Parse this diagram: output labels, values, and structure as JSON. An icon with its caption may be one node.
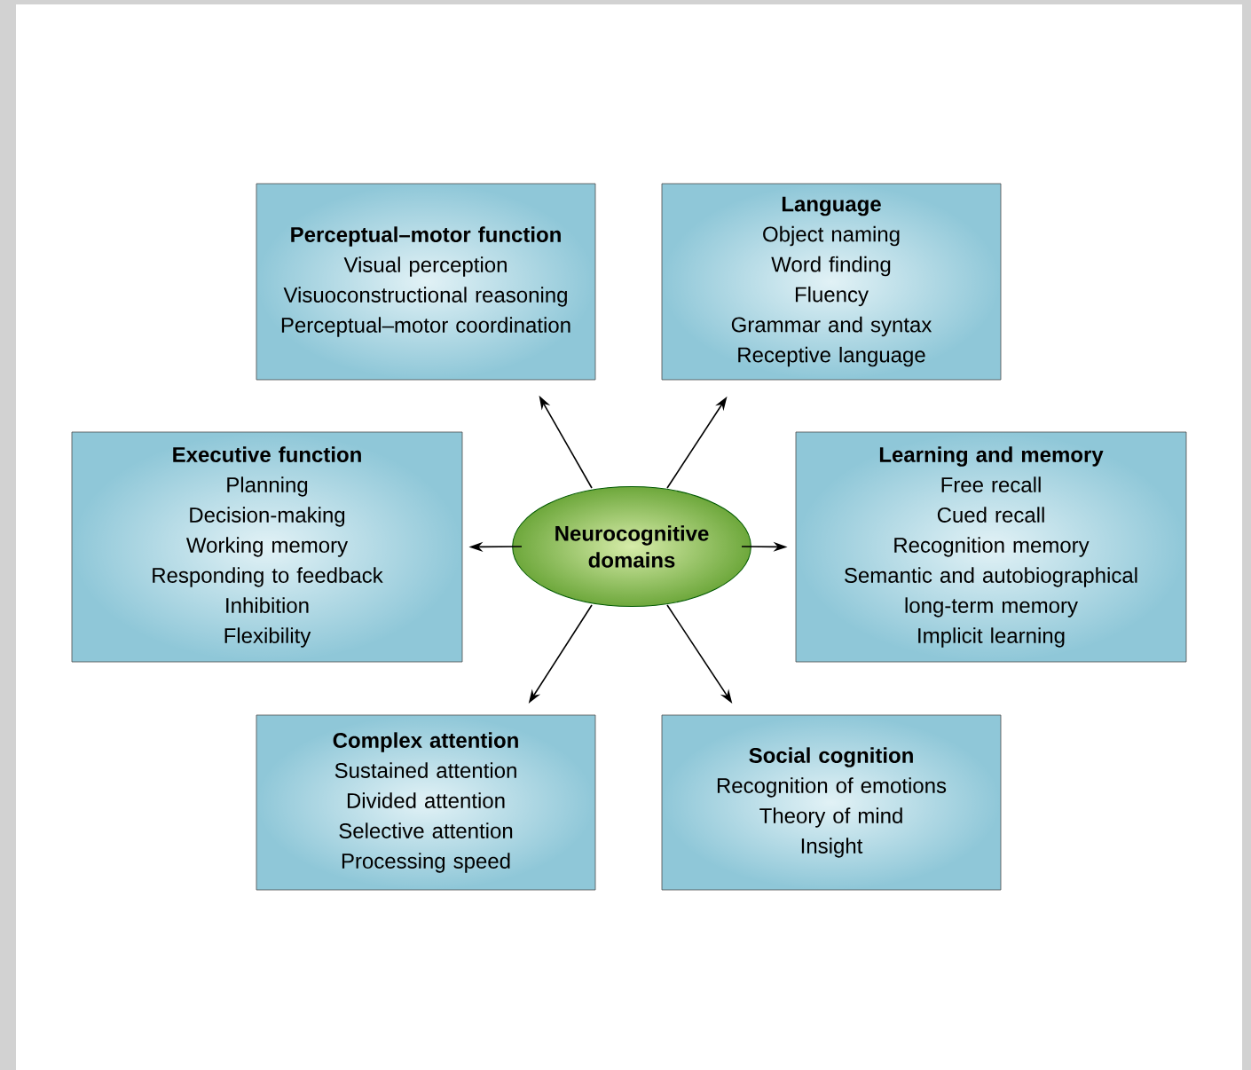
{
  "diagram": {
    "nodes": [
      {
        "text": [
          "Perceptual–motor function",
          "Visual perception",
          "Visuoconstructional reasoning",
          "Perceptual–motor coordination"
        ]
      },
      {
        "text": [
          "Language",
          "Object naming",
          "Word finding",
          "Fluency",
          "Grammar and syntax",
          "Receptive language"
        ]
      },
      {
        "text": [
          "Executive function",
          "Planning",
          "Decision-making",
          "Working memory",
          "Responding to feedback",
          "Inhibition",
          "Flexibility"
        ]
      },
      {
        "text": [
          "Neurocognitive domains"
        ]
      },
      {
        "text": [
          "Learning and memory",
          "Free recall",
          "Cued recall",
          "Recognition memory",
          "Semantic and autobiographical long-term memory",
          "Implicit learning"
        ]
      },
      {
        "text": [
          "Complex attention",
          "Sustained attention",
          "Divided attention",
          "Selective attention",
          "Processing speed"
        ]
      },
      {
        "text": [
          "Social cognition",
          "Recognition of emotions",
          "Theory of mind",
          "Insight"
        ]
      }
    ],
    "edges": [
      {
        "from": 3,
        "to": 0,
        "arrow": "to"
      },
      {
        "from": 3,
        "to": 1,
        "arrow": "to"
      },
      {
        "from": 3,
        "to": 2,
        "arrow": "to"
      },
      {
        "from": 3,
        "to": 4,
        "arrow": "to"
      },
      {
        "from": 3,
        "to": 5,
        "arrow": "to"
      },
      {
        "from": 3,
        "to": 6,
        "arrow": "to"
      }
    ]
  }
}
